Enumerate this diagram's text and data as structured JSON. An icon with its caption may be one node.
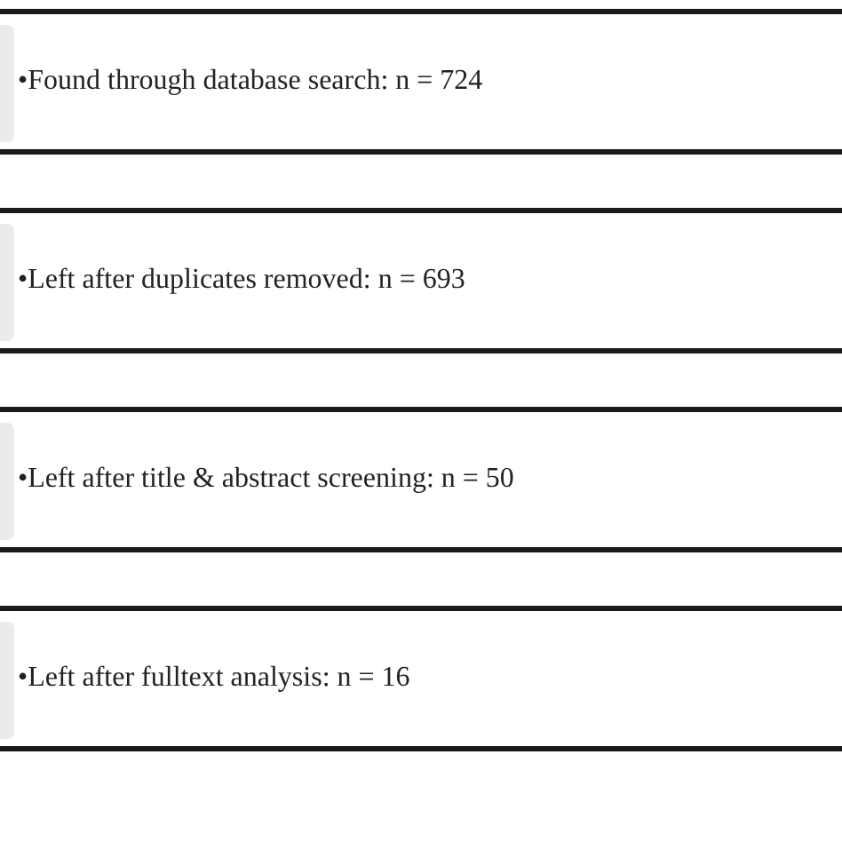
{
  "diagram": {
    "nodes": [
      {
        "text": [
          "•Found through database search: n = 724"
        ]
      },
      {
        "text": [
          "•Left after duplicates removed: n = 693"
        ]
      },
      {
        "text": [
          "•Left after title & abstract screening: n = 50"
        ]
      },
      {
        "text": [
          "•Left after fulltext analysis: n = 16"
        ]
      }
    ]
  }
}
